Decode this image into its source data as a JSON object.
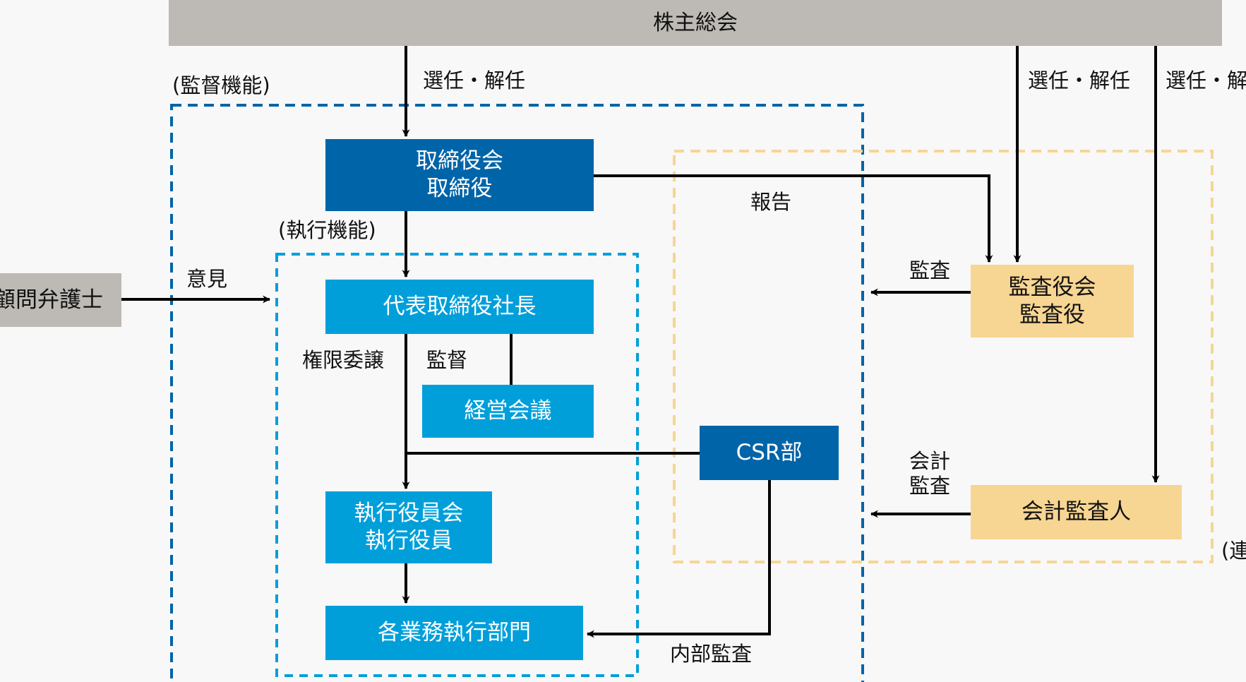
{
  "diagram": {
    "shareholders_meeting": "株主総会",
    "board": {
      "line1": "取締役会",
      "line2": "取締役"
    },
    "president": "代表取締役社長",
    "management_council": "経営会議",
    "csr_dept": "CSR部",
    "executive_officers": {
      "line1": "執行役員会",
      "line2": "執行役員"
    },
    "business_divisions": "各業務執行部門",
    "audit_board": {
      "line1": "監査役会",
      "line2": "監査役"
    },
    "accounting_auditor": "会計監査人",
    "legal_advisor": "顧問弁護士"
  },
  "groups": {
    "supervision": "(監督機能)",
    "execution": "(執行機能)",
    "cooperation": "(連携)"
  },
  "edge_labels": {
    "elect_dismiss_board": "選任・解任",
    "elect_dismiss_auditors": "選任・解任",
    "elect_dismiss_accounting": "選任・解任",
    "report": "報告",
    "audit": "監査",
    "accounting_audit_line1": "会計",
    "accounting_audit_line2": "監査",
    "opinion": "意見",
    "delegation": "権限委譲",
    "supervise": "監督",
    "internal_audit": "内部監査"
  },
  "colors": {
    "shareholders": "#bdb9b5",
    "board_navy": "#0064a8",
    "exec_cyan": "#009fda",
    "audit_amber": "#f7d592",
    "supervision_dash": "#0064a8",
    "execution_dash": "#009fda",
    "cooperation_dash": "#f7d592"
  }
}
